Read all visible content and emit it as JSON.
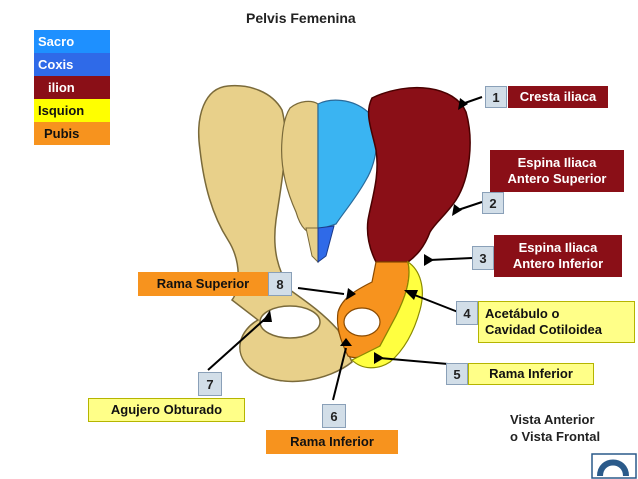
{
  "title": "Pelvis Femenina",
  "legend": [
    {
      "label": "Sacro",
      "color": "#1e90ff"
    },
    {
      "label": "Coxis",
      "color": "#2f6ae8"
    },
    {
      "label": "ilion",
      "color": "#8a0f17"
    },
    {
      "label": "Isquion",
      "color": "#ffff00"
    },
    {
      "label": "Pubis",
      "color": "#f7931e"
    }
  ],
  "labels": {
    "n1": "1",
    "l1": "Cresta iliaca",
    "n2": "2",
    "l2a": "Espina Iliaca",
    "l2b": "Antero Superior",
    "n3": "3",
    "l3a": "Espina Iliaca",
    "l3b": "Antero Inferior",
    "n4": "4",
    "l4a": "Acetábulo o",
    "l4b": "Cavidad Cotiloidea",
    "n5": "5",
    "l5": "Rama Inferior",
    "n6": "6",
    "l6": "Rama Inferior",
    "n7": "7",
    "l7": "Agujero Obturado",
    "n8": "8",
    "l8": "Rama Superior"
  },
  "view_note": [
    "Vista Anterior",
    "o Vista Frontal"
  ],
  "nav_icon": "return-arrow-icon"
}
